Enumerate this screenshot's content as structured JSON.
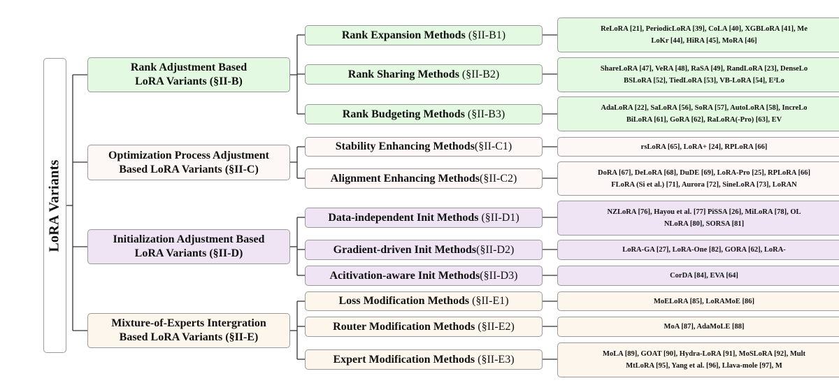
{
  "root": {
    "label": "LoRA Variants"
  },
  "colors": {
    "green": "#e3f9e1",
    "pink": "#fdf7f6",
    "lavender": "#efe4f4",
    "cream": "#fdf6ed",
    "line": "#333333",
    "border": "#9a9a9a"
  },
  "categories": [
    {
      "line1": "Rank Adjustment Based",
      "line2": "LoRA Variants (§II-B)"
    },
    {
      "line1": "Optimization Process Adjustment",
      "line2": "Based LoRA Variants (§II-C)"
    },
    {
      "line1": "Initialization Adjustment Based",
      "line2": "LoRA Variants (§II-D)"
    },
    {
      "line1": "Mixture-of-Experts Intergration",
      "line2": "Based LoRA Variants (§II-E)"
    }
  ],
  "methods": [
    {
      "name": "Rank Expansion Methods",
      "ref": "(§II-B1)",
      "cite1": "ReLoRA [21], PeriodicLoRA [39], CoLA [40], XGBLoRA [41], Me",
      "cite2": "LoKr [44], HiRA [45], MoRA [46]"
    },
    {
      "name": "Rank Sharing Methods",
      "ref": "(§II-B2)",
      "cite1": "ShareLoRA [47], VeRA [48], RaSA [49], RandLoRA [23], DenseLo",
      "cite2": "BSLoRA [52], TiedLoRA [53], VB-LoRA [54], E²Lo"
    },
    {
      "name": "Rank Budgeting Methods",
      "ref": "(§II-B3)",
      "cite1": "AdaLoRA [22], SaLoRA [56], SoRA [57], AutoLoRA [58], IncreLo",
      "cite2": "BiLoRA [61], GoRA [62], RaLoRA(-Pro) [63], EV"
    },
    {
      "name": "Stability Enhancing Methods",
      "ref": "(§II-C1)",
      "cite1": "rsLoRA [65], LoRA+ [24], RPLoRA [66]",
      "cite2": ""
    },
    {
      "name": "Alignment Enhancing Methods",
      "ref": "(§II-C2)",
      "cite1": "DoRA [67], DeLoRA [68], DuDE [69], LoRA-Pro [25], RPLoRA [66]",
      "cite2": "FLoRA (Si et al.) [71], Aurora [72], SineLoRA [73], LoRAN"
    },
    {
      "name": "Data-independent Init Methods",
      "ref": "(§II-D1)",
      "cite1": "NZLoRA [76], Hayou et al. [77] PiSSA [26], MiLoRA [78], OL",
      "cite2": "NLoRA [80], SORSA [81]"
    },
    {
      "name": "Gradient-driven Init Methods",
      "ref": "(§II-D2)",
      "cite1": "LoRA-GA [27], LoRA-One [82], GORA [62], LoRA-",
      "cite2": ""
    },
    {
      "name": "Acitivation-aware Init Methods",
      "ref": "(§II-D3)",
      "cite1": "CorDA [84], EVA [64]",
      "cite2": ""
    },
    {
      "name": "Loss Modification Methods",
      "ref": "(§II-E1)",
      "cite1": "MoELoRA [85], LoRAMoE [86]",
      "cite2": ""
    },
    {
      "name": "Router Modification Methods",
      "ref": "(§II-E2)",
      "cite1": "MoA [87], AdaMoLE [88]",
      "cite2": ""
    },
    {
      "name": "Expert Modification Methods",
      "ref": "(§II-E3)",
      "cite1": "MoLA [89], GOAT [90], Hydra-LoRA [91], MoSLoRA [92], Mult",
      "cite2": "MtLoRA [95], Yang et al. [96], Llava-mole [97], M"
    }
  ]
}
